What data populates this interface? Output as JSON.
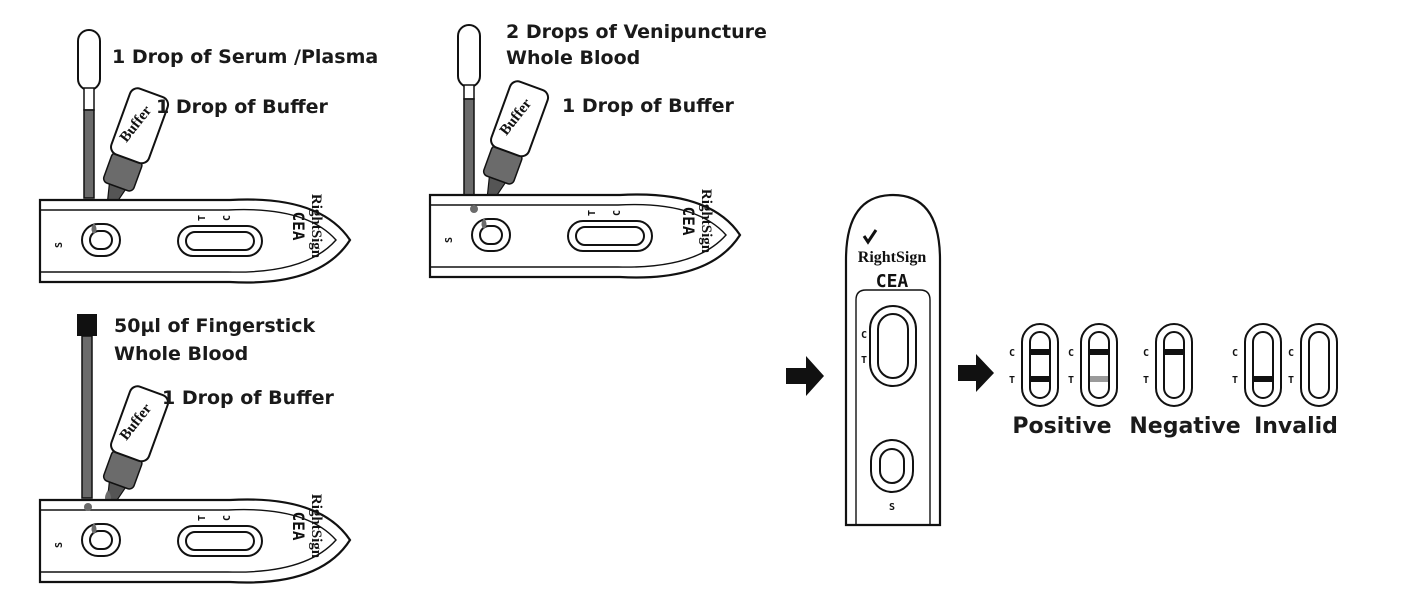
{
  "panel_serum": {
    "sample_label": "1 Drop of Serum /Plasma",
    "buffer_label": "1 Drop of Buffer"
  },
  "panel_venipuncture": {
    "sample_label_line1": "2 Drops of Venipuncture",
    "sample_label_line2": "Whole Blood",
    "buffer_label": "1 Drop of Buffer"
  },
  "panel_fingerstick": {
    "sample_label_line1": "50µl of Fingerstick",
    "sample_label_line2": "Whole Blood",
    "buffer_label": "1 Drop of Buffer"
  },
  "bottle_label": "Buffer",
  "cassette": {
    "brand": "RightSign",
    "product": "CEA",
    "sample_well": "S",
    "test_line": "T",
    "control_line": "C"
  },
  "results": {
    "positive": "Positive",
    "negative": "Negative",
    "invalid": "Invalid"
  },
  "colors": {
    "ink": "#111111",
    "sample_gray": "#6b6b6b",
    "faint_line": "#9a9a9a"
  }
}
